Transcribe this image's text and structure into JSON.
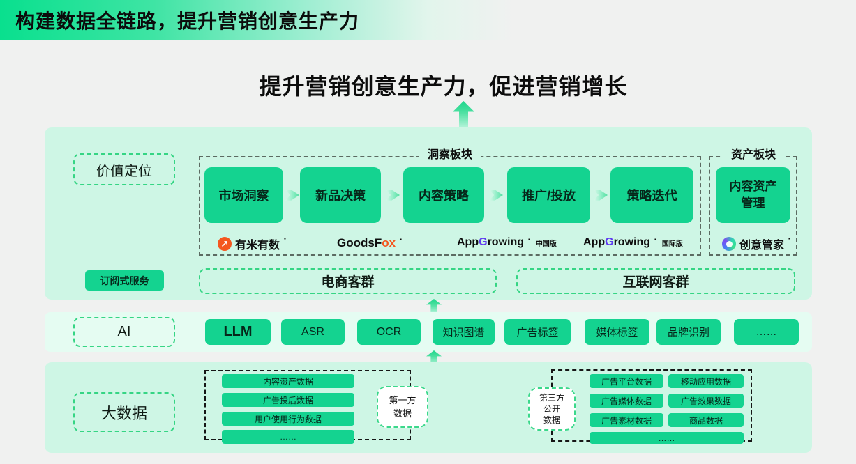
{
  "colors": {
    "accent_green": "#14d390",
    "panel_mint": "#cef6e5",
    "ai_band_mint": "#e5fcf2",
    "dashed_green": "#35d584",
    "logo_orange": "#f4571f",
    "logo_purple": "#5f3bf0",
    "title_gradient_start": "#09e08e"
  },
  "title_bar": {
    "text": "构建数据全链路，提升营销创意生产力"
  },
  "headline": {
    "text": "提升营销创意生产力，促进营销增长"
  },
  "value_section": {
    "label": "价值定位",
    "subscription_label": "订阅式服务",
    "insight": {
      "title": "洞察板块",
      "steps": [
        "市场洞察",
        "新品决策",
        "内容策略",
        "推广/投放",
        "策略迭代"
      ]
    },
    "asset": {
      "title": "资产板块",
      "box": "内容资产\n管理"
    },
    "logos": {
      "youmi": {
        "icon_glyph": "↗",
        "name": "有米有数",
        "mark": "▪"
      },
      "goodsfox": {
        "part1": "GoodsF",
        "part2": "ox",
        "mark": "▪"
      },
      "appgrowing_cn": {
        "part1": "App",
        "g": "G",
        "part2": "rowing",
        "mark": "▪",
        "region": "中国版"
      },
      "appgrowing_global": {
        "part1": "App",
        "g": "G",
        "part2": "rowing",
        "mark": "▪",
        "region": "国际版"
      },
      "creative": {
        "name": "创意管家",
        "mark": "▪"
      }
    },
    "groups": {
      "ecommerce": "电商客群",
      "internet": "互联网客群"
    }
  },
  "ai_section": {
    "label": "AI",
    "boxes": [
      "LLM",
      "ASR",
      "OCR",
      "知识图谱",
      "广告标签",
      "媒体标签",
      "品牌识别",
      "……"
    ]
  },
  "bigdata_section": {
    "label": "大数据",
    "first_party": {
      "tag": "第一方\n数据",
      "bars": [
        "内容资产数据",
        "广告投后数据",
        "用户使用行为数据",
        "……"
      ]
    },
    "third_party": {
      "tag": "第三方\n公开\n数据",
      "bars": [
        "广告平台数据",
        "移动应用数据",
        "广告媒体数据",
        "广告效果数据",
        "广告素材数据",
        "商品数据"
      ],
      "more": "……"
    }
  }
}
